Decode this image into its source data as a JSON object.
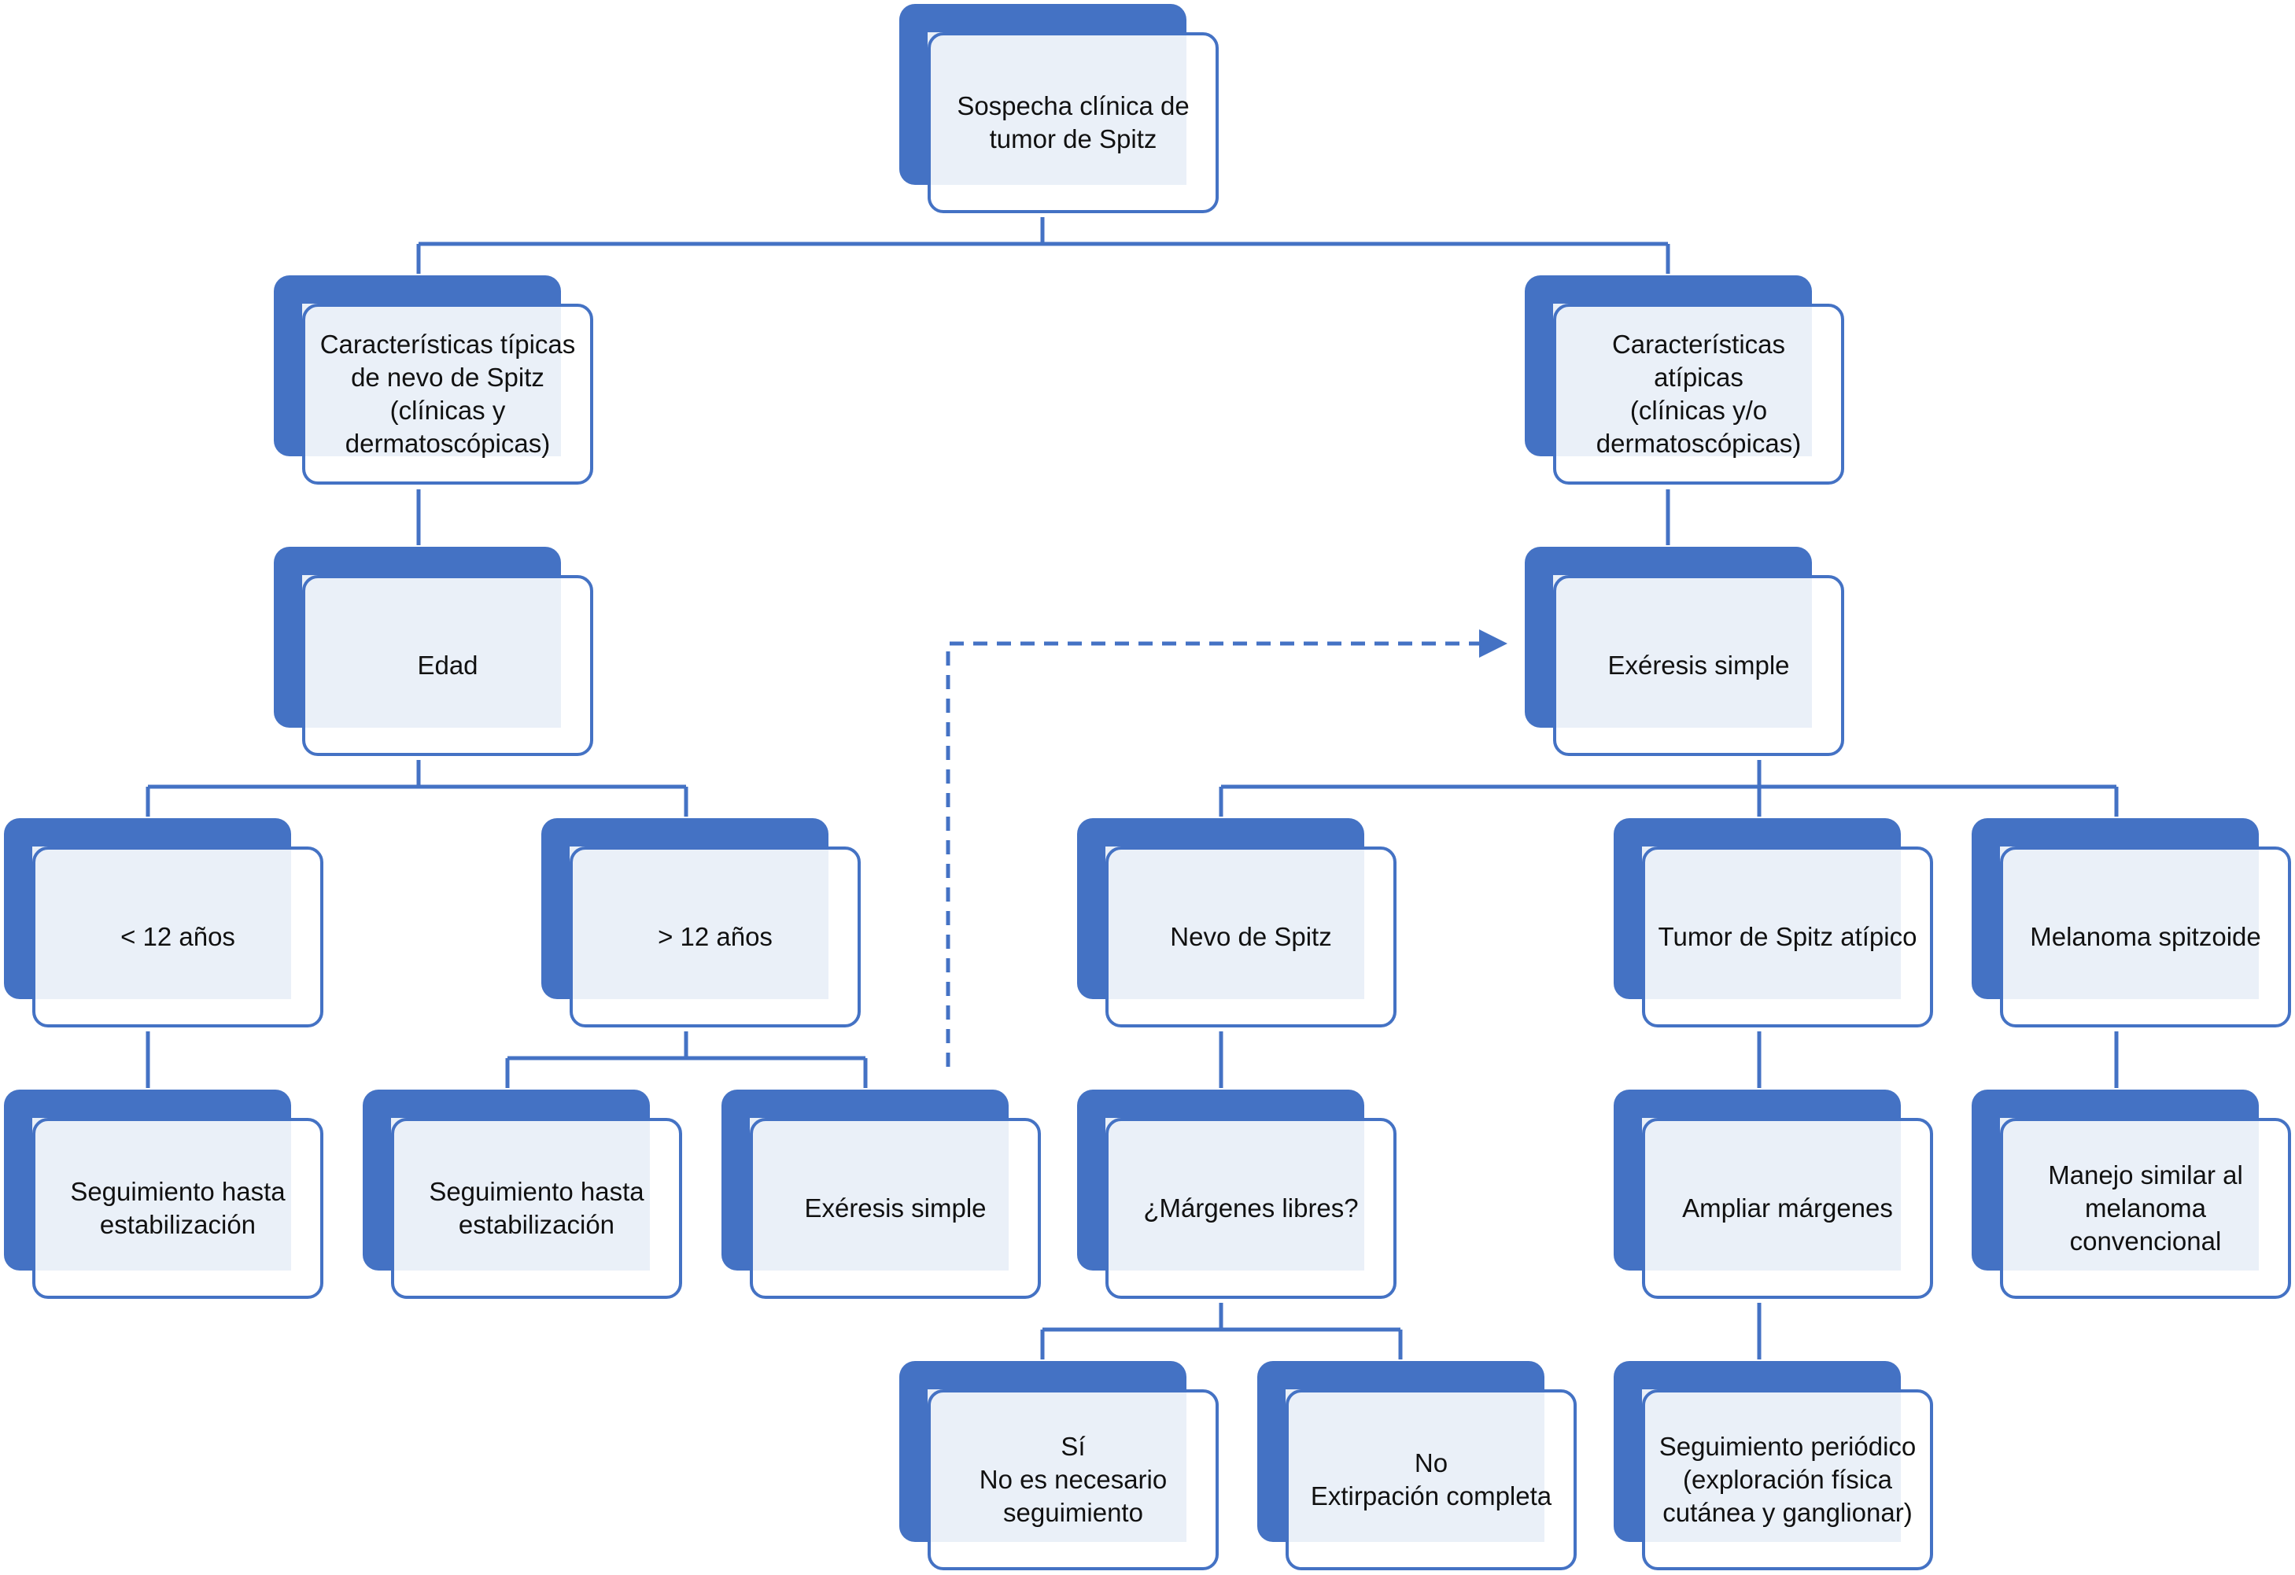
{
  "colors": {
    "accent": "#4472c4",
    "fill": "#eaf0f8",
    "text": "#111111"
  },
  "nodes": [
    {
      "id": "root",
      "label": "Sospecha clínica de\ntumor de Spitz"
    },
    {
      "id": "typical",
      "label": "Características típicas\nde nevo de Spitz\n(clínicas y\ndermatoscópicas)"
    },
    {
      "id": "atypical",
      "label": "Características atípicas\n(clínicas y/o\ndermatoscópicas)"
    },
    {
      "id": "age",
      "label": "Edad"
    },
    {
      "id": "excision-main",
      "label": "Exéresis simple"
    },
    {
      "id": "under-12",
      "label": "< 12 años"
    },
    {
      "id": "over-12",
      "label": "> 12 años"
    },
    {
      "id": "spitz-nevus",
      "label": "Nevo de Spitz"
    },
    {
      "id": "atypical-spitz",
      "label": "Tumor de Spitz atípico"
    },
    {
      "id": "spitzoid-melanoma",
      "label": "Melanoma spitzoide"
    },
    {
      "id": "followup-under",
      "label": "Seguimiento hasta\nestabilización"
    },
    {
      "id": "followup-over",
      "label": "Seguimiento hasta\nestabilización"
    },
    {
      "id": "excision-over",
      "label": "Exéresis simple"
    },
    {
      "id": "free-margins",
      "label": "¿Márgenes libres?"
    },
    {
      "id": "widen-margins",
      "label": "Ampliar márgenes"
    },
    {
      "id": "melanoma-management",
      "label": "Manejo similar al\nmelanoma\nconvencional"
    },
    {
      "id": "yes",
      "label": "Sí\nNo es necesario\nseguimiento"
    },
    {
      "id": "no",
      "label": "No\nExtirpación completa"
    },
    {
      "id": "periodic-followup",
      "label": "Seguimiento periódico\n(exploración física\ncutánea y ganglionar)"
    }
  ]
}
